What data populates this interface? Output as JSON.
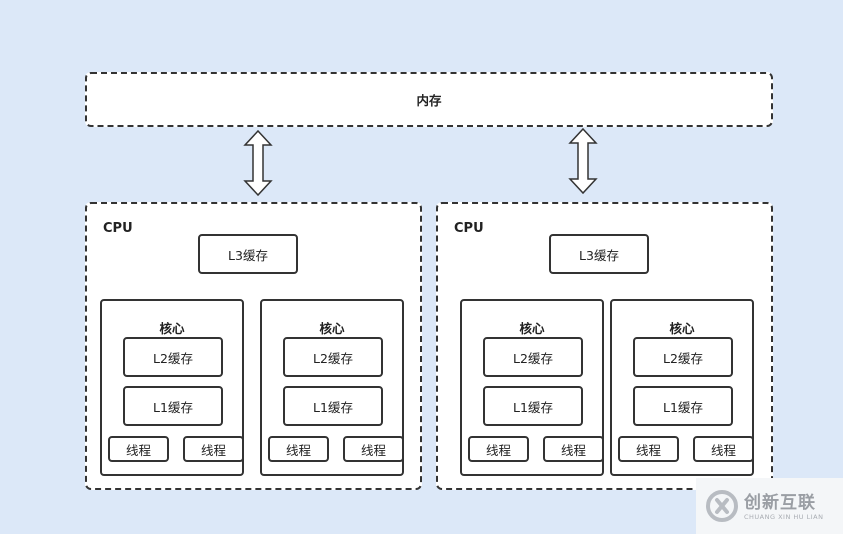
{
  "memory": {
    "label": "内存"
  },
  "cpus": [
    {
      "label": "CPU",
      "l3": "L3缓存",
      "cores": [
        {
          "label": "核心",
          "l2": "L2缓存",
          "l1": "L1缓存",
          "threads": [
            "线程",
            "线程"
          ]
        },
        {
          "label": "核心",
          "l2": "L2缓存",
          "l1": "L1缓存",
          "threads": [
            "线程",
            "线程"
          ]
        }
      ]
    },
    {
      "label": "CPU",
      "l3": "L3缓存",
      "cores": [
        {
          "label": "核心",
          "l2": "L2缓存",
          "l1": "L1缓存",
          "threads": [
            "线程",
            "线程"
          ]
        },
        {
          "label": "核心",
          "l2": "L2缓存",
          "l1": "L1缓存",
          "threads": [
            "线程",
            "线程"
          ]
        }
      ]
    }
  ],
  "watermark": {
    "brand": "创新互联",
    "sub": "CHUANG XIN HU LIAN"
  }
}
